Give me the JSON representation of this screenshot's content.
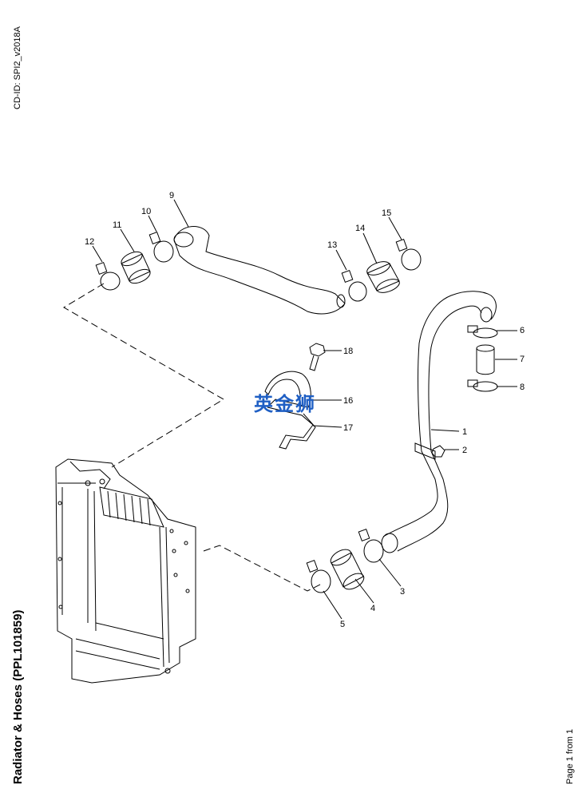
{
  "document": {
    "cd_id": "CD-ID: SPI2_v2018A",
    "title": "Radiator & Hoses (PPL101859)",
    "page_info": "Page 1 from 1",
    "watermark": "英金狮"
  },
  "callouts": [
    "1",
    "2",
    "3",
    "4",
    "5",
    "6",
    "7",
    "8",
    "9",
    "10",
    "11",
    "12",
    "13",
    "14",
    "15",
    "16",
    "17",
    "18"
  ],
  "colors": {
    "line": "#000000",
    "watermark": "#1f5fc4"
  }
}
